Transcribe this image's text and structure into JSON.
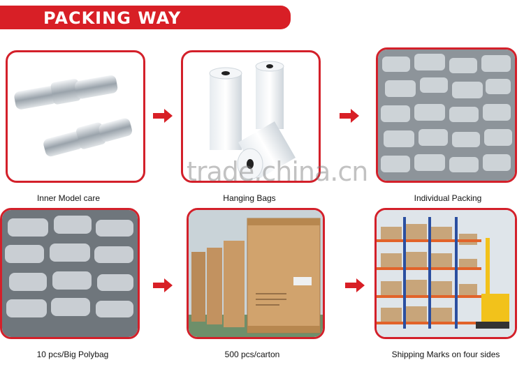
{
  "title": "PACKING WAY",
  "captions": {
    "inner_model": "Inner Model care",
    "hanging_bags": "Hanging Bags",
    "individual": "Individual Packing",
    "polybag": "10 pcs/Big Polybag",
    "carton": "500 pcs/carton",
    "shipping": "Shipping Marks on four sides"
  },
  "watermark": "trade.china.cn",
  "colors": {
    "accent": "#d81f26",
    "panel_border": "#d3202a"
  }
}
